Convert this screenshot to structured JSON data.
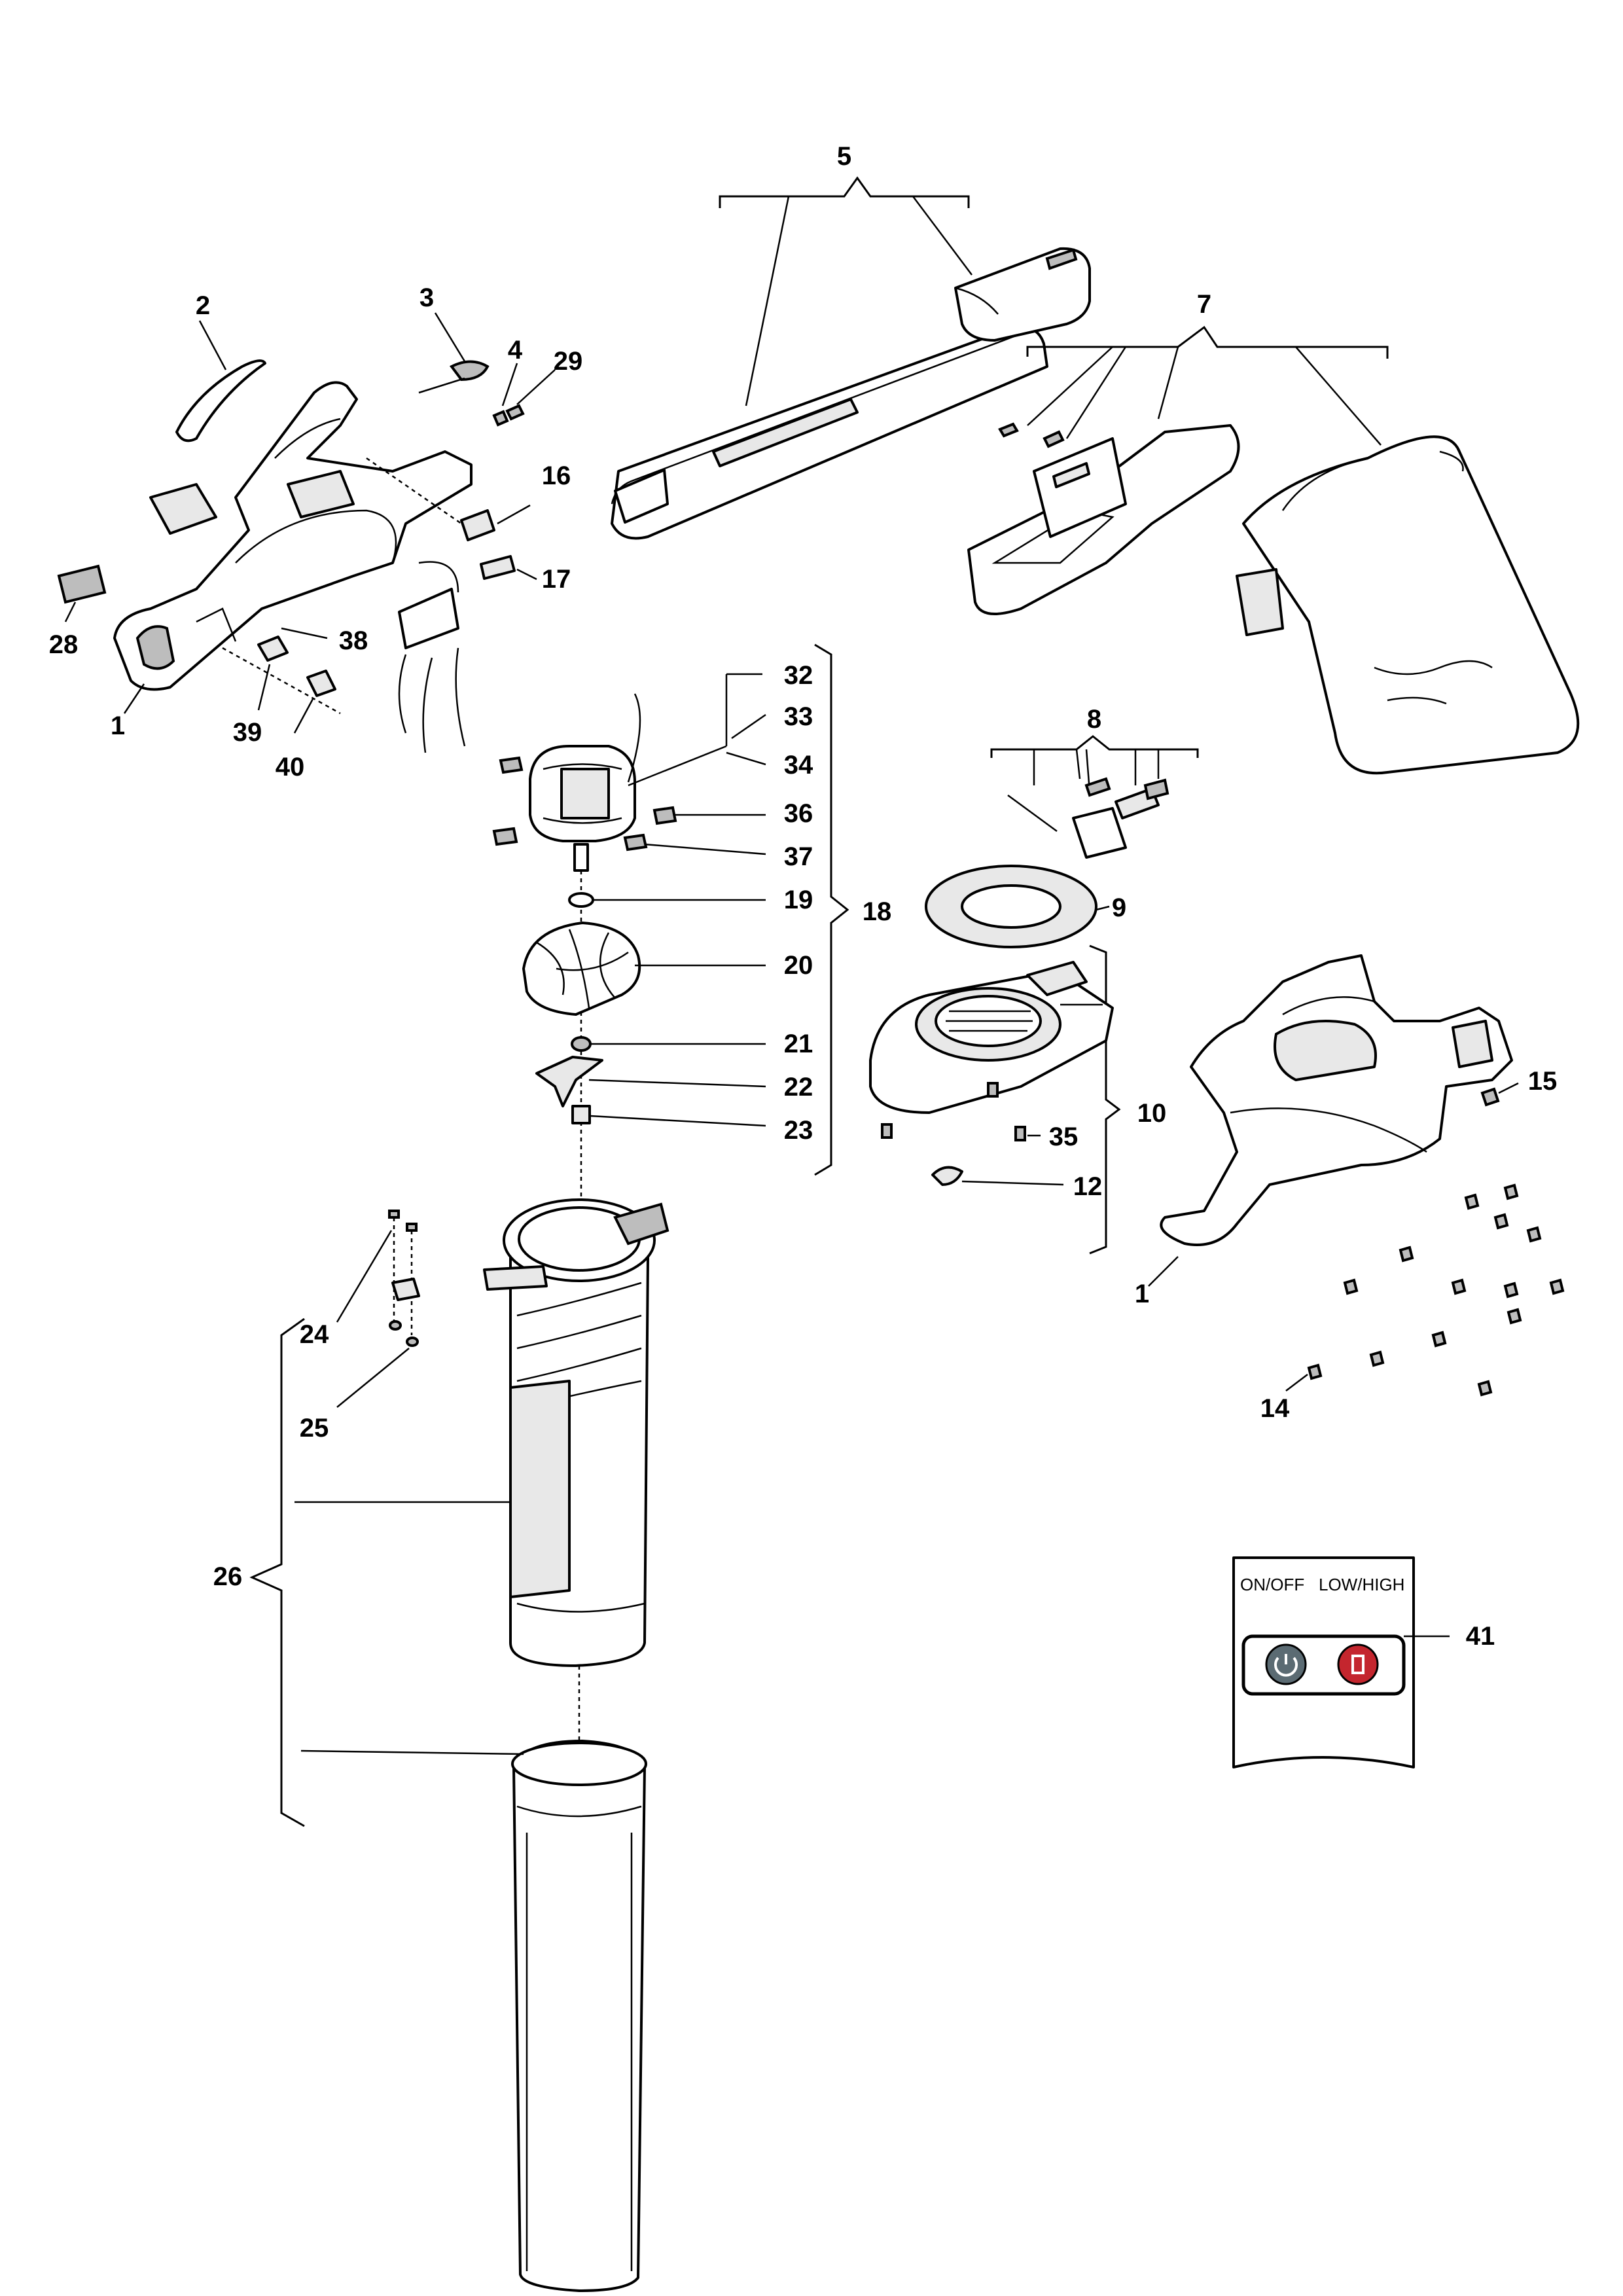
{
  "callouts": {
    "c1a": "1",
    "c1b": "1",
    "c2": "2",
    "c3": "3",
    "c4": "4",
    "c5": "5",
    "c7": "7",
    "c8": "8",
    "c9": "9",
    "c10": "10",
    "c12": "12",
    "c14": "14",
    "c15": "15",
    "c16": "16",
    "c17": "17",
    "c18": "18",
    "c19": "19",
    "c20": "20",
    "c21": "21",
    "c22": "22",
    "c23": "23",
    "c24": "24",
    "c25": "25",
    "c26": "26",
    "c28": "28",
    "c29": "29",
    "c32": "32",
    "c33": "33",
    "c34": "34",
    "c35": "35",
    "c36": "36",
    "c37": "37",
    "c38": "38",
    "c39": "39",
    "c40": "40",
    "c41": "41"
  },
  "control_panel": {
    "on_off_label": "ON/OFF",
    "speed_label": "LOW/HIGH",
    "power_button_color": "#5b6b73",
    "speed_button_color": "#c4262e"
  }
}
